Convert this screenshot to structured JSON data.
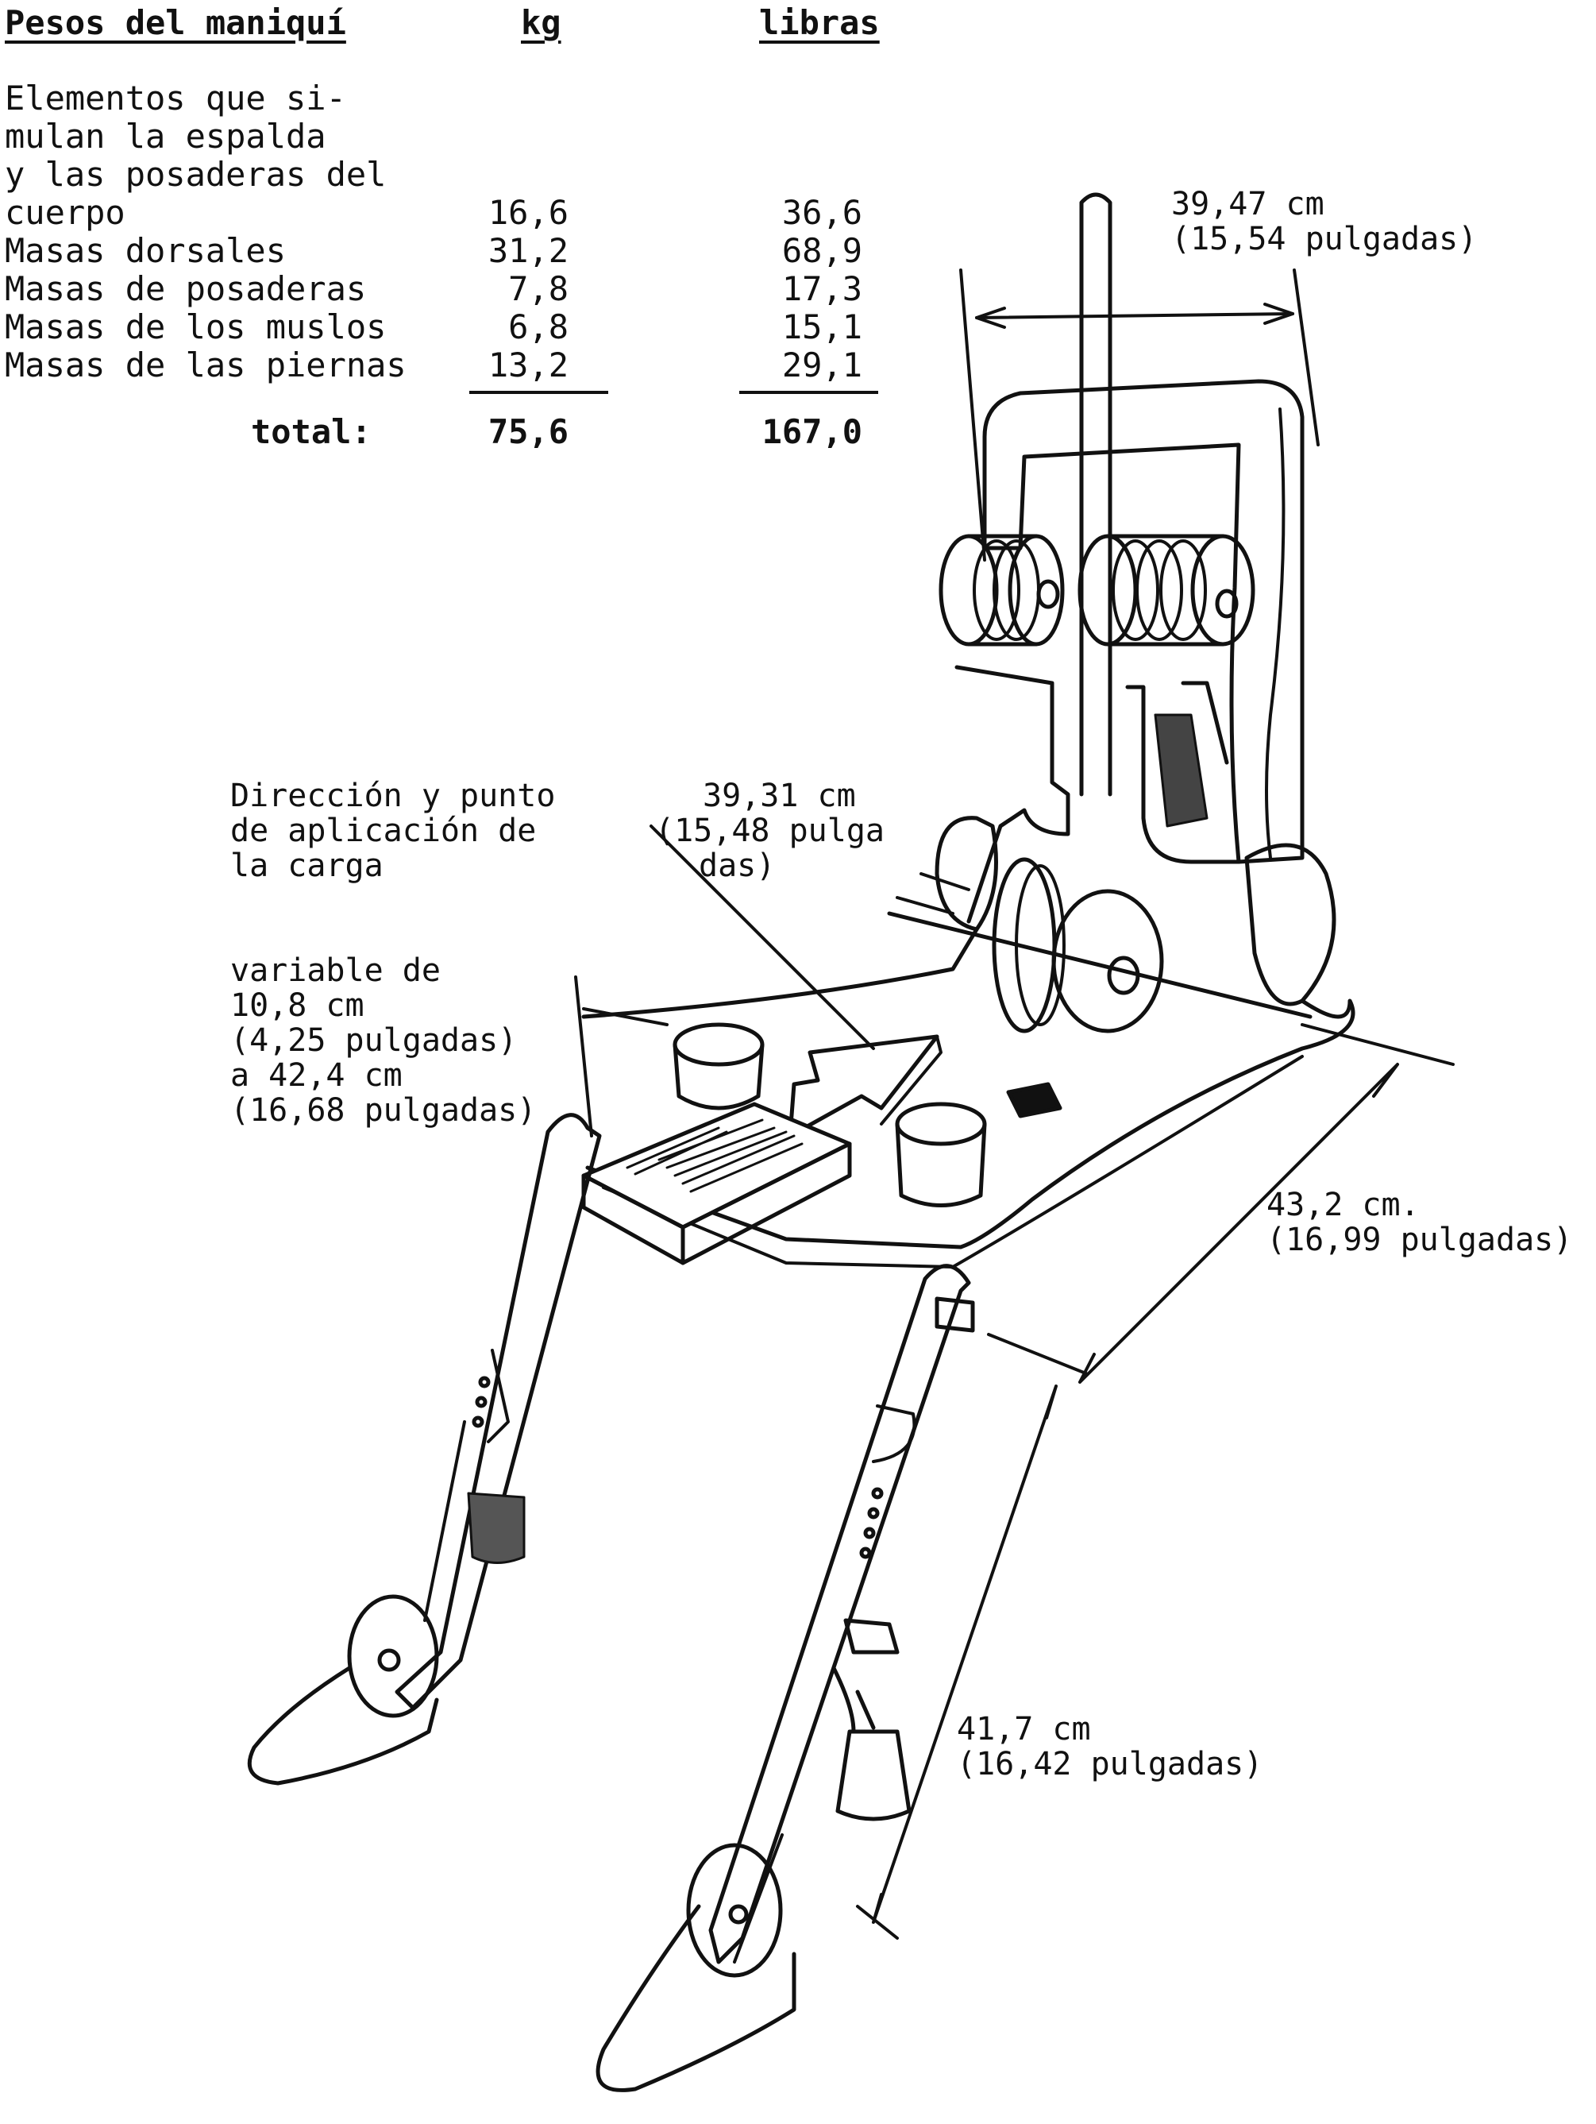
{
  "table": {
    "headers": {
      "label": "Pesos del maniquí",
      "kg": "kg",
      "lb": "libras"
    },
    "intro_lines": [
      "Elementos que si-",
      "mulan la espalda",
      "y las posaderas del"
    ],
    "rows": [
      {
        "label": "cuerpo",
        "kg": "16,6",
        "lb": "36,6"
      },
      {
        "label": "Masas dorsales",
        "kg": "31,2",
        "lb": "68,9"
      },
      {
        "label": "Masas de posaderas",
        "kg": "7,8",
        "lb": "17,3"
      },
      {
        "label": "Masas de los muslos",
        "kg": "6,8",
        "lb": "15,1"
      },
      {
        "label": "Masas de las piernas",
        "kg": "13,2",
        "lb": "29,1"
      }
    ],
    "total": {
      "label": "total:",
      "kg": "75,6",
      "lb": "167,0"
    }
  },
  "annotations": {
    "back_width": {
      "cm": "39,47 cm",
      "in": "(15,54 pulgadas)"
    },
    "load_direction": {
      "line1": "Dirección y punto",
      "line2": "de aplicación de",
      "line3": "la carga"
    },
    "seat_width": {
      "line1": "39,31 cm",
      "line2": "(15,48 pulga",
      "line3": "das)"
    },
    "variable": {
      "line1": "variable de",
      "line2": "10,8 cm",
      "line3": "(4,25 pulgadas)",
      "line4": "a 42,4 cm",
      "line5": "(16,68 pulgadas)"
    },
    "seat_depth": {
      "cm": "43,2 cm.",
      "in": "(16,99 pulgadas)"
    },
    "leg_length": {
      "cm": "41,7 cm",
      "in": "(16,42 pulgadas)"
    }
  }
}
